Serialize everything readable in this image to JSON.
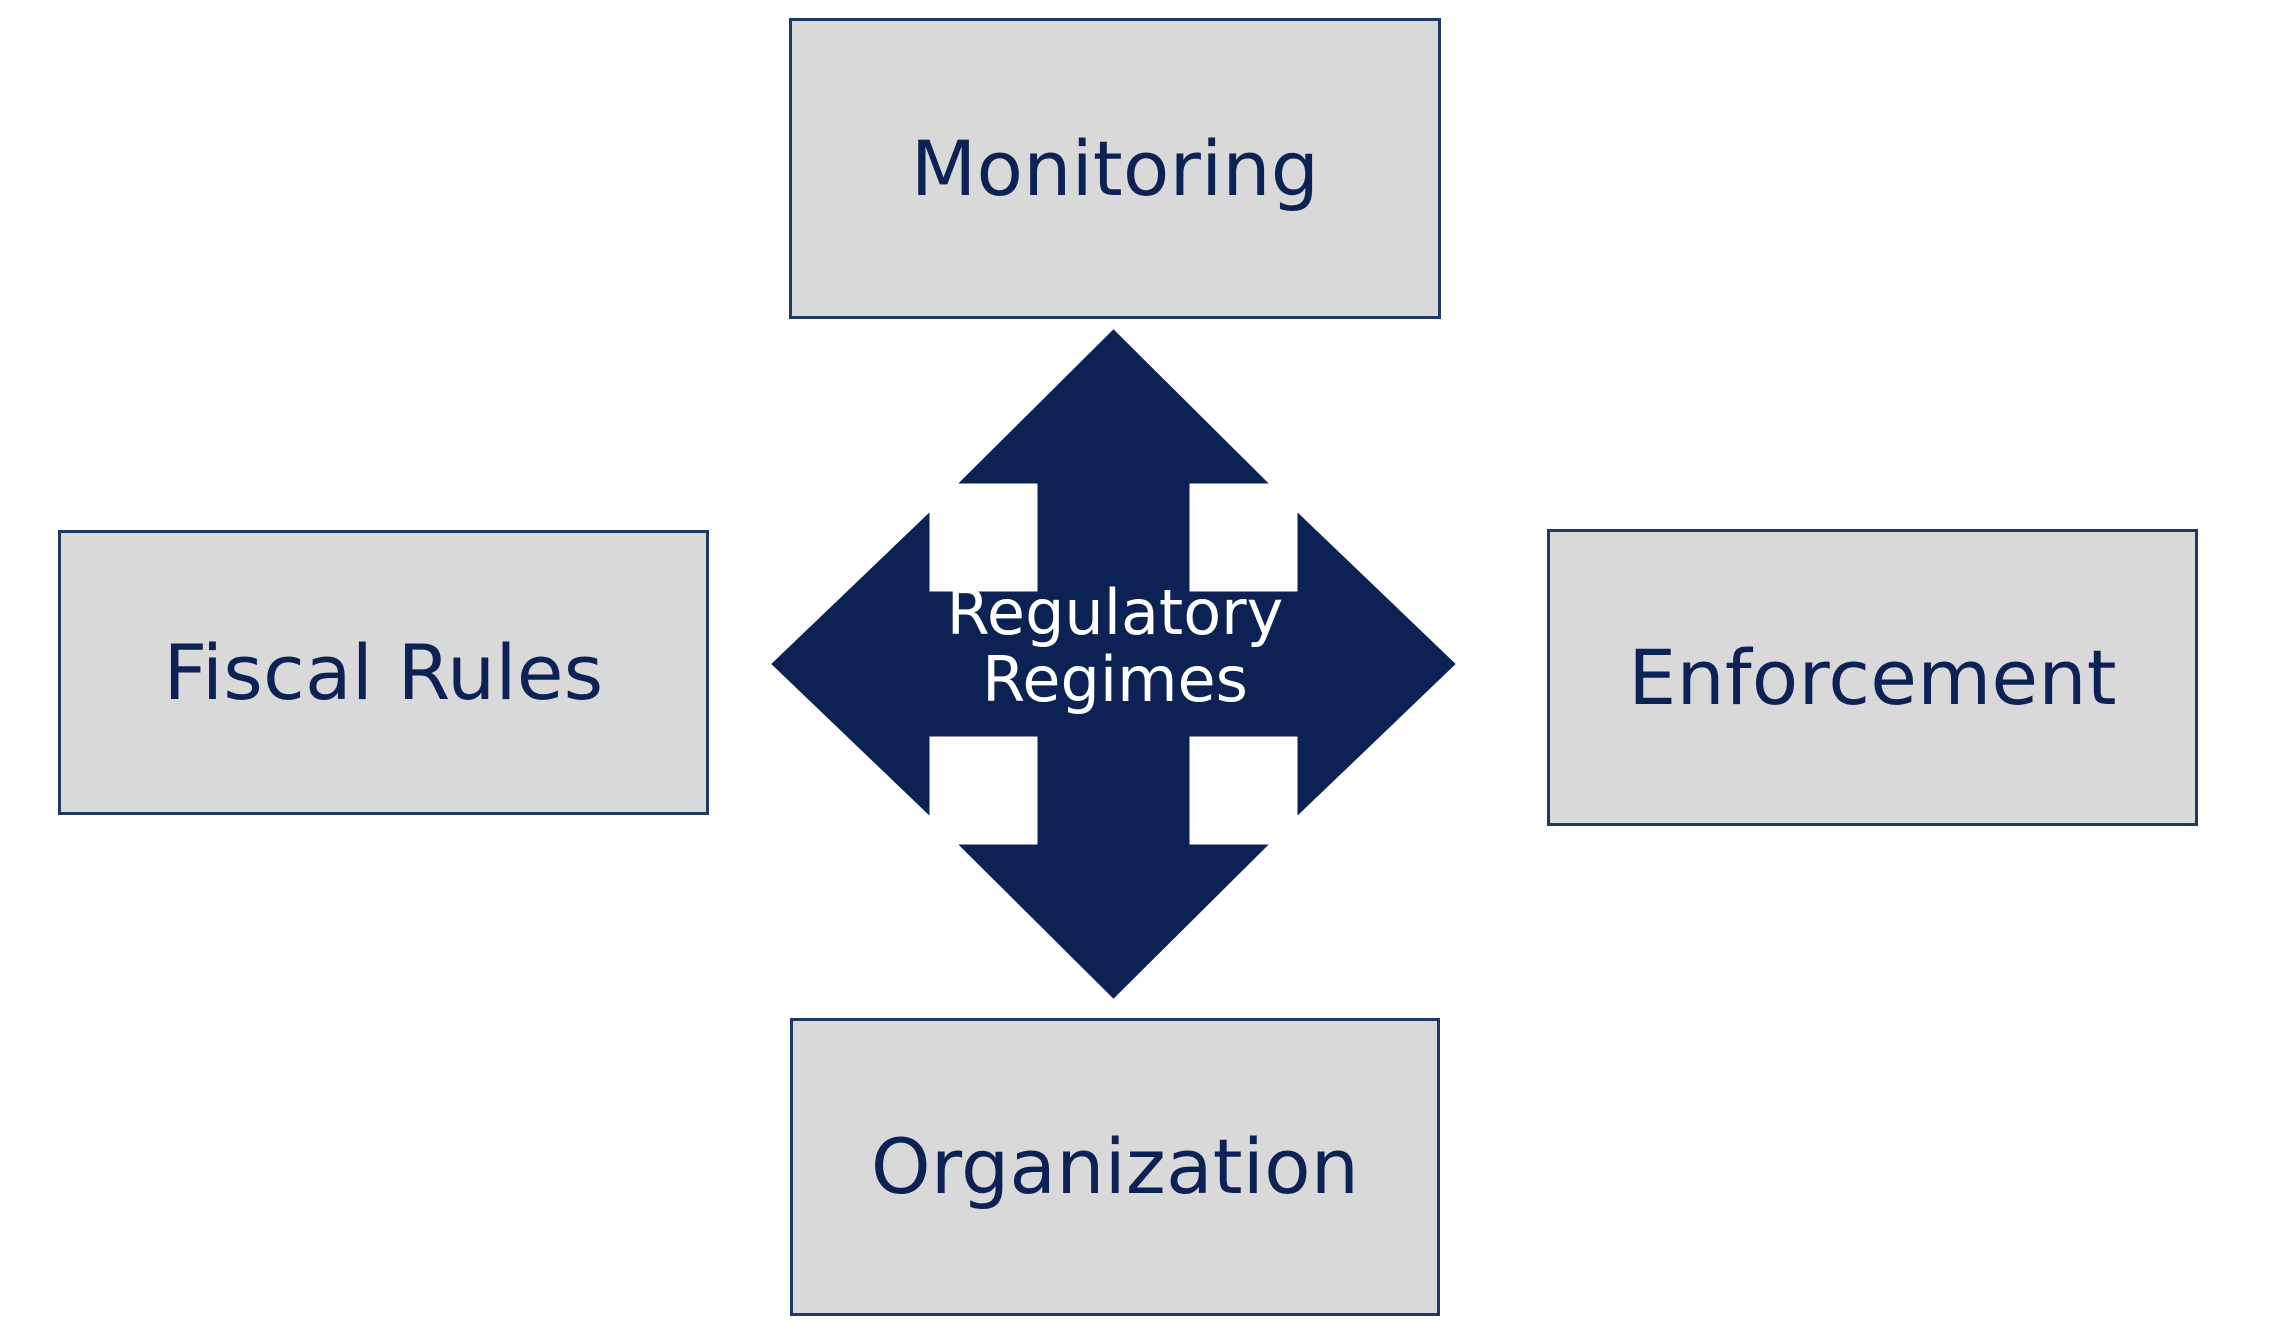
{
  "diagram": {
    "type": "four-way-arrow-relationship",
    "center": {
      "label": "Regulatory\nRegimes",
      "shape": "quad-directional-arrow",
      "fill_color": "#0d2254",
      "text_color": "#ffffff"
    },
    "nodes": [
      {
        "id": "monitoring",
        "label": "Monitoring",
        "position": "top"
      },
      {
        "id": "fiscal-rules",
        "label": "Fiscal Rules",
        "position": "left"
      },
      {
        "id": "enforcement",
        "label": "Enforcement",
        "position": "right"
      },
      {
        "id": "organization",
        "label": "Organization",
        "position": "bottom"
      }
    ],
    "colors": {
      "box_fill": "#d9d9d9",
      "box_border": "#1f3864",
      "box_text": "#0d2254",
      "arrow_fill": "#0d2254",
      "arrow_text": "#ffffff",
      "background": "#ffffff"
    }
  }
}
